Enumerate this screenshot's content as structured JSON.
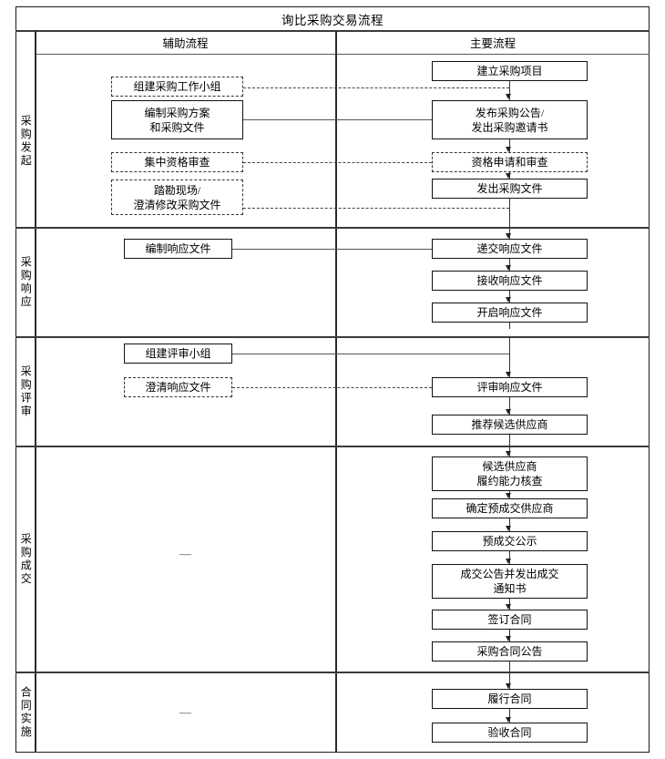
{
  "chart_data": {
    "type": "diagram",
    "title": "询比采购交易流程",
    "columns": [
      "辅助流程",
      "主要流程"
    ],
    "stages": [
      {
        "name": "采购发起",
        "auxiliary": [
          {
            "label": "组建采购工作小组",
            "style": "dashed"
          },
          {
            "label": "编制采购方案\n和采购文件",
            "style": "solid"
          },
          {
            "label": "集中资格审查",
            "style": "dashed"
          },
          {
            "label": "踏勘现场/\n澄清修改采购文件",
            "style": "dashed"
          }
        ],
        "main": [
          {
            "label": "建立采购项目",
            "style": "solid"
          },
          {
            "label": "发布采购公告/\n发出采购邀请书",
            "style": "solid"
          },
          {
            "label": "资格申请和审查",
            "style": "dashed"
          },
          {
            "label": "发出采购文件",
            "style": "solid"
          }
        ]
      },
      {
        "name": "采购响应",
        "auxiliary": [
          {
            "label": "编制响应文件",
            "style": "solid"
          }
        ],
        "main": [
          {
            "label": "递交响应文件",
            "style": "solid"
          },
          {
            "label": "接收响应文件",
            "style": "solid"
          },
          {
            "label": "开启响应文件",
            "style": "solid"
          }
        ]
      },
      {
        "name": "采购评审",
        "auxiliary": [
          {
            "label": "组建评审小组",
            "style": "solid"
          },
          {
            "label": "澄清响应文件",
            "style": "dashed"
          }
        ],
        "main": [
          {
            "label": "评审响应文件",
            "style": "solid"
          },
          {
            "label": "推荐候选供应商",
            "style": "solid"
          }
        ]
      },
      {
        "name": "采购成交",
        "auxiliary_placeholder": "—",
        "auxiliary": [],
        "main": [
          {
            "label": "候选供应商\n履约能力核查",
            "style": "solid"
          },
          {
            "label": "确定预成交供应商",
            "style": "solid"
          },
          {
            "label": "预成交公示",
            "style": "solid"
          },
          {
            "label": "成交公告并发出成交\n通知书",
            "style": "solid"
          },
          {
            "label": "签订合同",
            "style": "solid"
          },
          {
            "label": "采购合同公告",
            "style": "solid"
          }
        ]
      },
      {
        "name": "合同实施",
        "auxiliary_placeholder": "—",
        "auxiliary": [],
        "main": [
          {
            "label": "履行合同",
            "style": "solid"
          },
          {
            "label": "验收合同",
            "style": "solid"
          }
        ]
      }
    ],
    "colors": {
      "border": "#111111",
      "rule": "#3a3a3a",
      "connector": "#555555",
      "background": "#ffffff"
    }
  },
  "title": "询比采购交易流程",
  "headers": {
    "aux": "辅助流程",
    "main": "主要流程"
  },
  "stage_names": {
    "s1": "采购发起",
    "s2": "采购响应",
    "s3": "采购评审",
    "s4": "采购成交",
    "s5": "合同实施"
  },
  "placeholders": {
    "dash4": "—",
    "dash5": "—"
  },
  "nodes": {
    "a1": "组建采购工作小组",
    "a2_l1": "编制采购方案",
    "a2_l2": "和采购文件",
    "a3": "集中资格审查",
    "a4_l1": "踏勘现场/",
    "a4_l2": "澄清修改采购文件",
    "m1": "建立采购项目",
    "m2_l1": "发布采购公告/",
    "m2_l2": "发出采购邀请书",
    "m3": "资格申请和审查",
    "m4": "发出采购文件",
    "b1": "编制响应文件",
    "n1": "递交响应文件",
    "n2": "接收响应文件",
    "n3": "开启响应文件",
    "c1": "组建评审小组",
    "c2": "澄清响应文件",
    "p1": "评审响应文件",
    "p2": "推荐候选供应商",
    "q1_l1": "候选供应商",
    "q1_l2": "履约能力核查",
    "q2": "确定预成交供应商",
    "q3": "预成交公示",
    "q4_l1": "成交公告并发出成交",
    "q4_l2": "通知书",
    "q5": "签订合同",
    "q6": "采购合同公告",
    "r1": "履行合同",
    "r2": "验收合同"
  }
}
